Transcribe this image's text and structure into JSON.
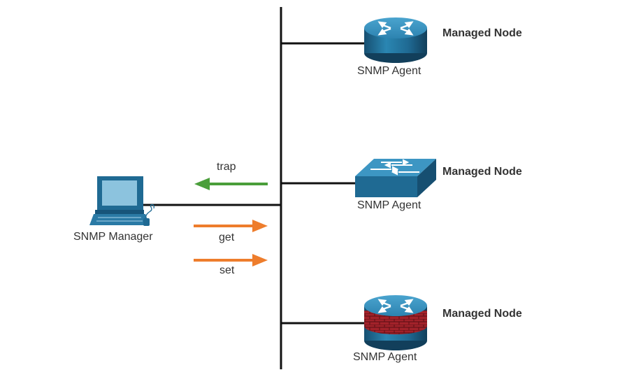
{
  "manager": {
    "label": "SNMP Manager"
  },
  "agents": [
    {
      "label": "SNMP Agent",
      "node_label": "Managed Node",
      "device": "router-icon"
    },
    {
      "label": "SNMP Agent",
      "node_label": "Managed Node",
      "device": "switch-icon"
    },
    {
      "label": "SNMP Agent",
      "node_label": "Managed Node",
      "device": "firewall-router-icon"
    }
  ],
  "messages": [
    {
      "label": "trap",
      "direction": "to-manager",
      "color": "#4a9e3a"
    },
    {
      "label": "get",
      "direction": "to-agents",
      "color": "#ee7d2c"
    },
    {
      "label": "set",
      "direction": "to-agents",
      "color": "#ee7d2c"
    }
  ],
  "colors": {
    "line": "#111111",
    "device_blue": "#1f6a93",
    "device_top": "#3a93bf",
    "brick": "#a2222a"
  }
}
